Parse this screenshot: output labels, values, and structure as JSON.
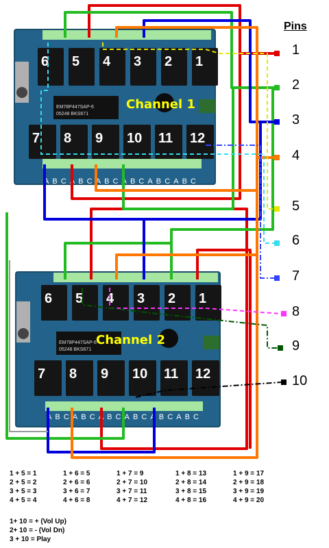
{
  "pins_title": "Pins",
  "pins": [
    {
      "num": "1",
      "color": "#e00000"
    },
    {
      "num": "2",
      "color": "#22bb22"
    },
    {
      "num": "3",
      "color": "#0000dd"
    },
    {
      "num": "4",
      "color": "#ff7700"
    },
    {
      "num": "5",
      "color": "#e6e600"
    },
    {
      "num": "6",
      "color": "#33ddee"
    },
    {
      "num": "7",
      "color": "#3344ff"
    },
    {
      "num": "8",
      "color": "#ff33ff"
    },
    {
      "num": "9",
      "color": "#005500"
    },
    {
      "num": "10",
      "color": "#000000"
    }
  ],
  "board1": {
    "label": "Channel 1",
    "chip_line1": "EM78P447SAP-6",
    "chip_line2": "05248 BKS671",
    "relays_top": [
      "6",
      "5",
      "4",
      "3",
      "2",
      "1"
    ],
    "relays_bottom": [
      "7",
      "8",
      "9",
      "10",
      "11",
      "12"
    ],
    "terminal_text": "ABCABCABCABCABCABC"
  },
  "board2": {
    "label": "Channel 2",
    "chip_line1": "EM78P447SAP-6",
    "chip_line2": "05248 BKS671",
    "relays_top": [
      "6",
      "5",
      "4",
      "3",
      "2",
      "1"
    ],
    "relays_bottom": [
      "7",
      "8",
      "9",
      "10",
      "11",
      "12"
    ],
    "terminal_text": "ABCABCABCABCABCABC"
  },
  "formulas": [
    [
      "1 + 5 = 1",
      "1 + 6 = 5",
      "1 + 7 = 9",
      "1 + 8 = 13",
      "1 + 9 = 17"
    ],
    [
      "2 + 5 = 2",
      "2 + 6 = 6",
      "2 + 7 = 10",
      "2 + 8 = 14",
      "2 + 9 = 18"
    ],
    [
      "3 + 5 = 3",
      "3 + 6 = 7",
      "3 + 7 = 11",
      "3 + 8 = 15",
      "3 + 9 = 19"
    ],
    [
      "4 + 5 = 4",
      "4 + 6 = 8",
      "4 + 7 = 12",
      "4 + 8 = 16",
      "4 + 9 = 20"
    ]
  ],
  "legend": [
    "1+ 10 = + (Vol Up)",
    "2+ 10 = - (Vol Dn)",
    "3 + 10 = Play"
  ]
}
